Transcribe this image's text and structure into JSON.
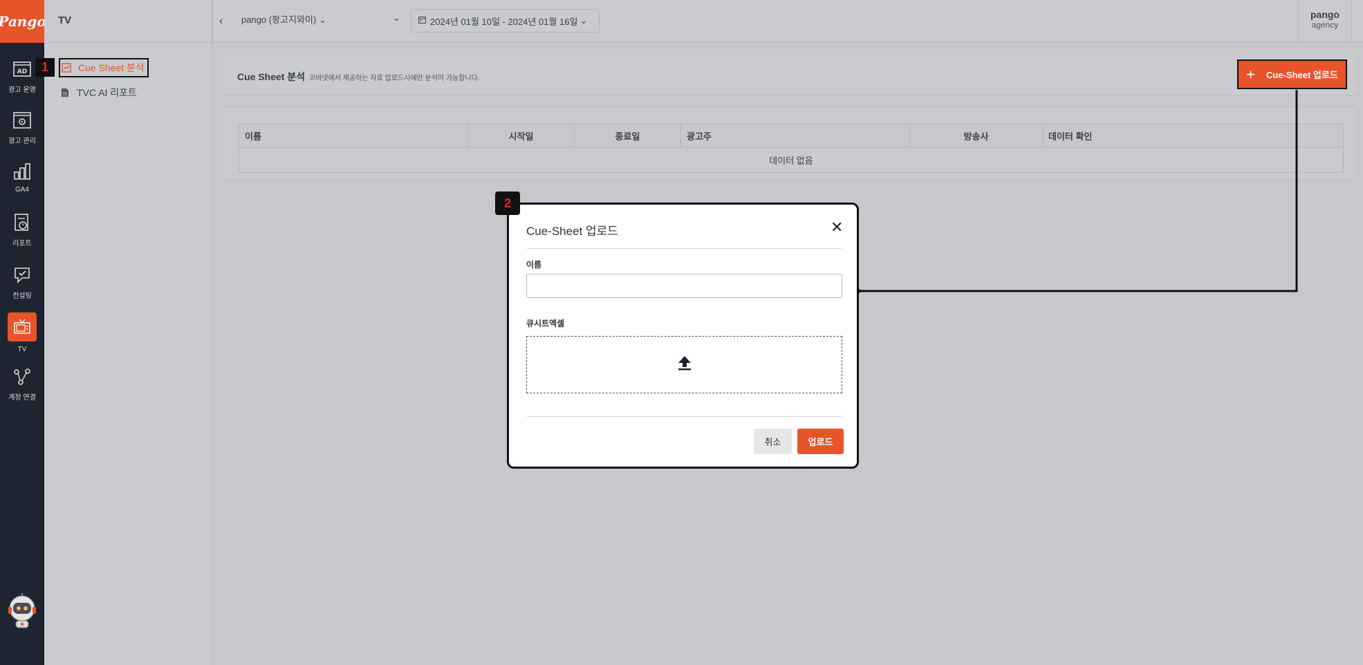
{
  "app": {
    "logo_text": "Pango"
  },
  "rail": {
    "items": [
      {
        "label": "광고 운영",
        "icon": "ad-icon"
      },
      {
        "label": "광고 관리",
        "icon": "ad-settings-icon"
      },
      {
        "label": "GA4",
        "icon": "ga4-chart-icon"
      },
      {
        "label": "리포트",
        "icon": "report-icon"
      },
      {
        "label": "컨설팅",
        "icon": "consulting-icon"
      },
      {
        "label": "TV",
        "icon": "tv-icon"
      },
      {
        "label": "계정 연결",
        "icon": "account-link-icon"
      }
    ],
    "active_index": 5
  },
  "submenu": {
    "title": "TV",
    "items": [
      {
        "label": "Cue Sheet 분석",
        "icon": "analysis-icon"
      },
      {
        "label": "TVC AI 리포트",
        "icon": "document-icon"
      }
    ]
  },
  "topbar": {
    "account": "pango (팡고지와이)",
    "date_range": "2024년 01월 10일 - 2024년 01월 16일",
    "agency_name": "pango",
    "agency_role": "agency"
  },
  "panel": {
    "title": "Cue Sheet 분석",
    "description": "코바넷에서 제공하는 자료 업로드시에만 분석이 가능합니다.",
    "upload_button": "Cue-Sheet 업로드"
  },
  "table": {
    "columns": [
      "이름",
      "시작일",
      "종료일",
      "광고주",
      "방송사",
      "데이터 확인"
    ],
    "empty_text": "데이터 없음"
  },
  "modal": {
    "title": "Cue-Sheet 업로드",
    "name_label": "이름",
    "name_value": "",
    "file_label": "큐시트엑셀",
    "cancel": "취소",
    "upload": "업로드"
  },
  "annotations": {
    "badge1": "1",
    "badge2": "2"
  },
  "colors": {
    "accent": "#e8542a",
    "rail_bg": "#1e2531",
    "annotation": "#111111",
    "annotation_text": "#e8242a"
  }
}
